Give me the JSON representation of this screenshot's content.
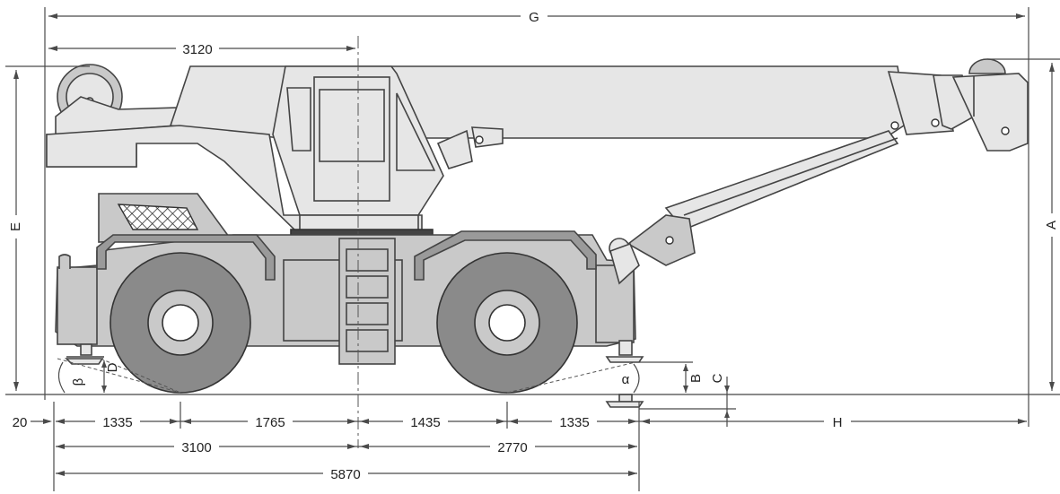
{
  "dimensions": {
    "top": {
      "G": "G",
      "d3120": "3120"
    },
    "left": {
      "E": "E"
    },
    "right": {
      "A": "A"
    },
    "bottom_row1": {
      "d20": "20",
      "d1335a": "1335",
      "d1765": "1765",
      "d1435": "1435",
      "d1335b": "1335",
      "H": "H"
    },
    "bottom_row2": {
      "d3100": "3100",
      "d2770": "2770"
    },
    "bottom_row3": {
      "d5870": "5870"
    },
    "outrigger": {
      "B": "B",
      "C": "C",
      "D": "D"
    },
    "angles": {
      "alpha": "α",
      "beta": "β"
    }
  },
  "colors": {
    "light_body": "#e6e6e6",
    "mid_body": "#c9c9c9",
    "tire": "#8a8a8a",
    "line": "#444444"
  }
}
